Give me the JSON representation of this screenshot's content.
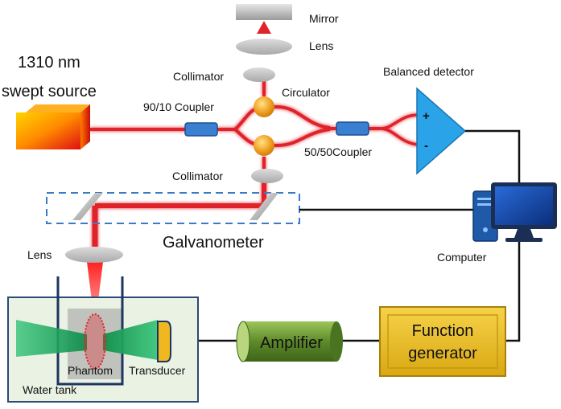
{
  "labels": {
    "source_line1": "1310 nm",
    "source_line2": "swept source",
    "mirror": "Mirror",
    "lens_top": "Lens",
    "collimator_top": "Collimator",
    "circulator": "Circulator",
    "balanced_detector": "Balanced detector",
    "coupler_90_10": "90/10 Coupler",
    "coupler_50_50": "50/50Coupler",
    "collimator_bottom": "Collimator",
    "galvanometer": "Galvanometer",
    "lens_left": "Lens",
    "computer": "Computer",
    "amplifier": "Amplifier",
    "function_generator_line1": "Function",
    "function_generator_line2": "generator",
    "phantom": "Phantom",
    "transducer": "Transducer",
    "water_tank": "Water tank",
    "detector_plus": "+",
    "detector_minus": "-"
  },
  "colors": {
    "laser_red": "#e8141b",
    "fiber_red": "#e0242a",
    "coupler_blue": "#3b7fd0",
    "circulator_orange": "#f0a020",
    "lens_gray": "#c8c8c8",
    "detector_blue": "#2aa3e8",
    "tank_fill": "#eaf2e4",
    "tank_border": "#2b4a78",
    "amplifier_green": "#5e8a2a",
    "function_gen_gold": "#e8b820",
    "ultrasound_green": "#1fb060",
    "wire_black": "#111111",
    "galvo_box_blue": "#3a7ac8"
  }
}
